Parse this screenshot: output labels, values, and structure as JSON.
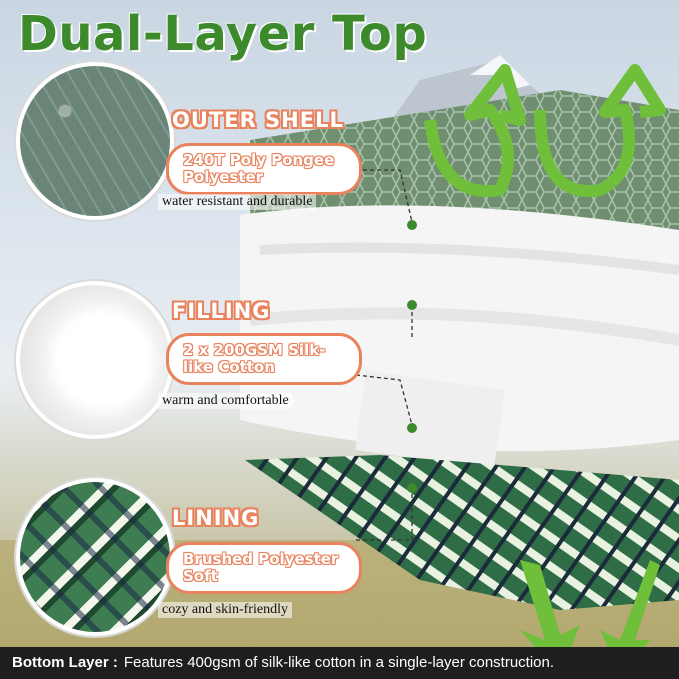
{
  "title": "Dual-Layer Top",
  "layers": [
    {
      "label": "OUTER SHELL",
      "spec": "240T Poly Pongee Polyester",
      "desc": "water resistant and durable"
    },
    {
      "label": "FILLING",
      "spec": "2 x 200GSM Silk-like Cotton",
      "desc": "warm and comfortable"
    },
    {
      "label": "LINING",
      "spec": "Brushed Polyester Soft",
      "desc": "cozy and skin-friendly"
    }
  ],
  "footer": {
    "key": "Bottom Layer :",
    "text": "Features 400gsm of silk-like cotton in a single-layer construction."
  },
  "colors": {
    "title": "#3c8a2c",
    "accent": "#e8835e",
    "arrow": "#6fbf3a",
    "footer_bg": "#1e1e1e"
  },
  "icons": [
    "arrow-up-icon",
    "arrow-down-icon"
  ]
}
